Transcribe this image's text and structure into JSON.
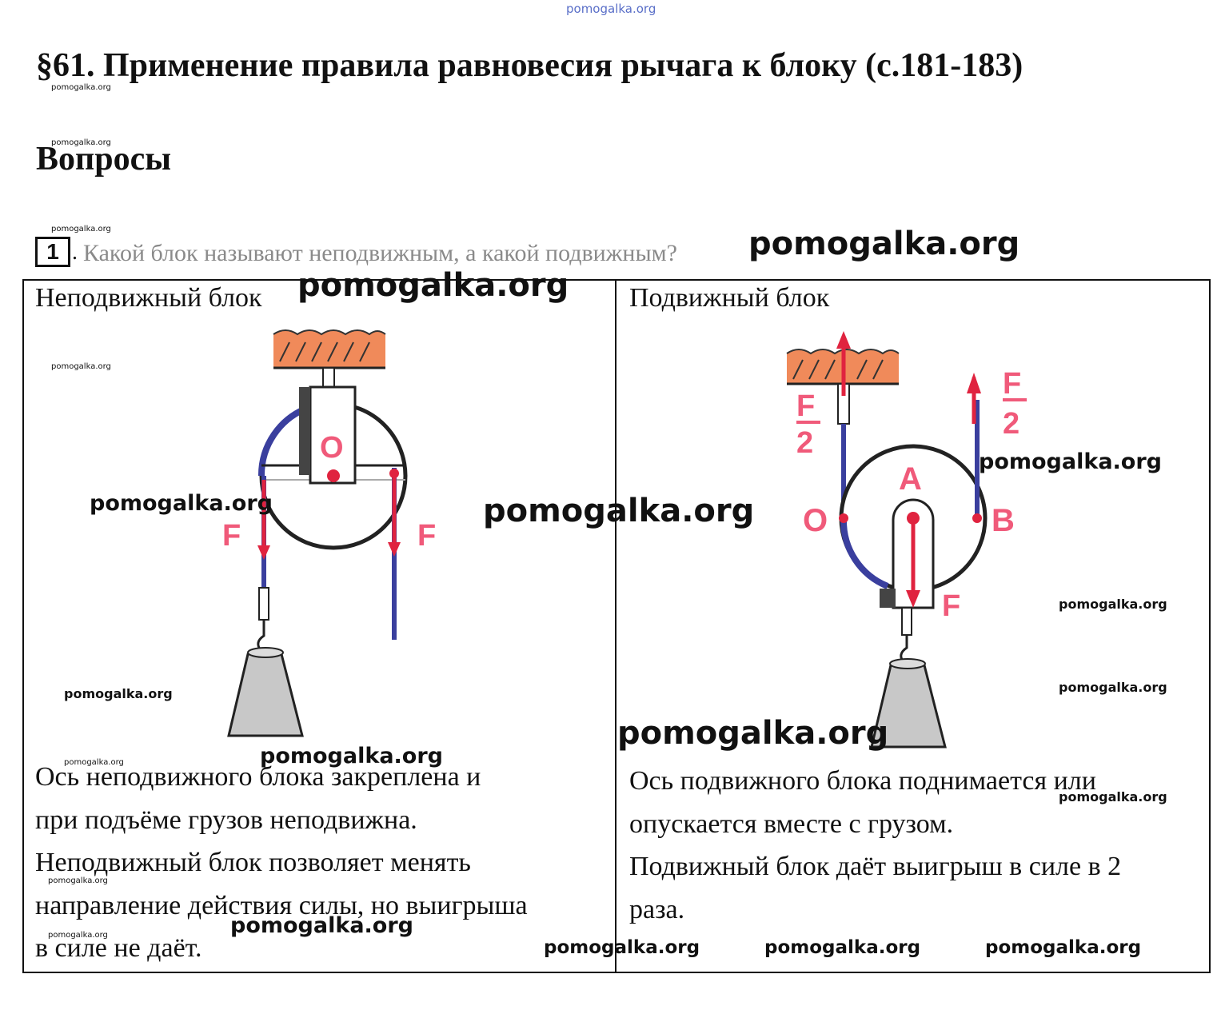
{
  "watermark": "pomogalka.org",
  "header": {
    "title": "§61. Применение правила равновесия рычага к блоку (с.181-183)"
  },
  "section": {
    "title": "Вопросы"
  },
  "question": {
    "number": "1",
    "dot": ".",
    "text": "Какой блок называют неподвижным, а какой подвижным?"
  },
  "table": {
    "left": {
      "heading": "Неподвижный блок",
      "figure_labels": {
        "axis": "O",
        "force_left": "F",
        "force_right": "F"
      },
      "lines": [
        "Ось неподвижного блока закреплена и",
        "при подъёме грузов неподвижна.",
        "Неподвижный блок позволяет менять",
        "направление действия силы, но выигрыша",
        "в силе не даёт."
      ]
    },
    "right": {
      "heading": "Подвижный блок",
      "figure_labels": {
        "point_a": "A",
        "point_o": "O",
        "point_b": "B",
        "force_f": "F",
        "half_force_num": "F",
        "half_force_den": "2"
      },
      "lines": [
        "Ось подвижного блока поднимается или",
        "опускается вместе с грузом.",
        "Подвижный блок даёт выигрыш в силе в 2",
        "раза."
      ]
    }
  },
  "colors": {
    "rope": "#3a3f9e",
    "force_arrow": "#e0233f",
    "force_label": "#f05a7a",
    "ceiling": "#f08a5a",
    "wheel": "#222222",
    "weight": "#c8c8c8",
    "question_text": "#8a8a8a",
    "watermark_top": "#5a6fc8"
  }
}
